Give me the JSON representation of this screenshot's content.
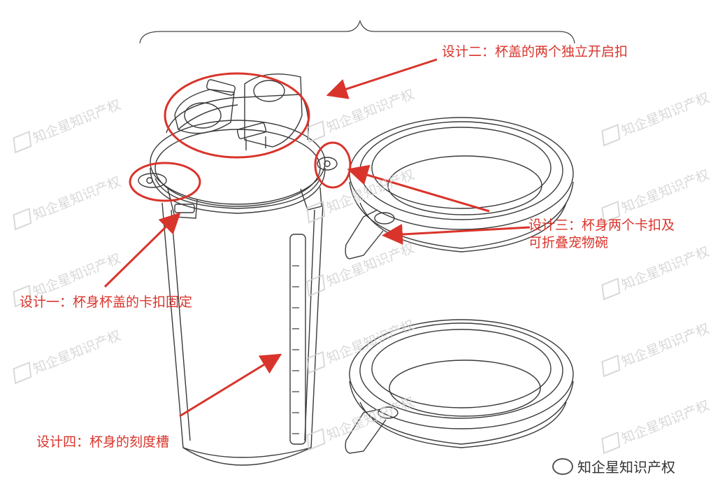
{
  "annotations": {
    "design_two": "设计二：杯盖的两个独立开启扣",
    "design_three_line1": "设计三：杯身两个卡扣及",
    "design_three_line2": "可折叠宠物碗",
    "design_one": "设计一：杯身杯盖的卡扣固定",
    "design_four": "设计四：杯身的刻度槽"
  },
  "watermark": {
    "text": "知企星知识产权"
  },
  "footer": {
    "text": "知企星知识产权",
    "icon": "wechat-icon"
  },
  "colors": {
    "annotation": "#d9342b",
    "line": "#3a3a3a",
    "watermark": "#cfcfcf"
  }
}
